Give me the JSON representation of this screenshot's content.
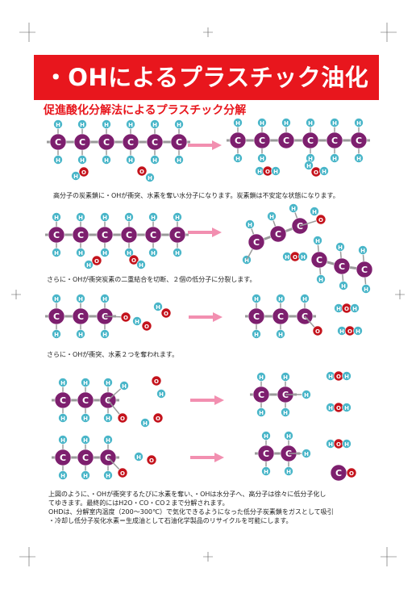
{
  "title": "・OHによるプラスチック油化",
  "subtitle": "促進酸化分解法によるプラスチック分解",
  "captions": [
    "高分子の炭素鎖に・OHが衝突、水素を奪い水分子になります。炭素鎖は不安定な状態になります。",
    "さらに・OHが衝突炭素の二重結合を切断、２個の低分子に分裂します。",
    "さらに・OHが衝突、水素２つを奪われます。"
  ],
  "summary": [
    "上図のように、・OHが衝突するたびに水素を奪い、・OHは水分子へ、高分子は徐々に低分子化し",
    "てゆきます。最終的にはH2O・CO・CO２まで分解されます。",
    "OHDは、分解室内温度（200～300℃）で気化できるようになった低分子炭素鎖をガスとして吸引",
    "・冷却し低分子炭化水素＝生成油として石油化学製品のリサイクルを可能にします。"
  ],
  "atom_labels": {
    "carbon": "C",
    "hydrogen": "H",
    "oxygen": "O"
  },
  "colors": {
    "banner": "#e8161d",
    "carbon": "#7d1f6e",
    "hydrogen": "#4ab6c9",
    "oxygen": "#c4131c",
    "arrow": "#f28fb0",
    "bond": "#9a9a9a"
  },
  "icons": [
    "crop-mark-icon",
    "arrow-icon"
  ]
}
